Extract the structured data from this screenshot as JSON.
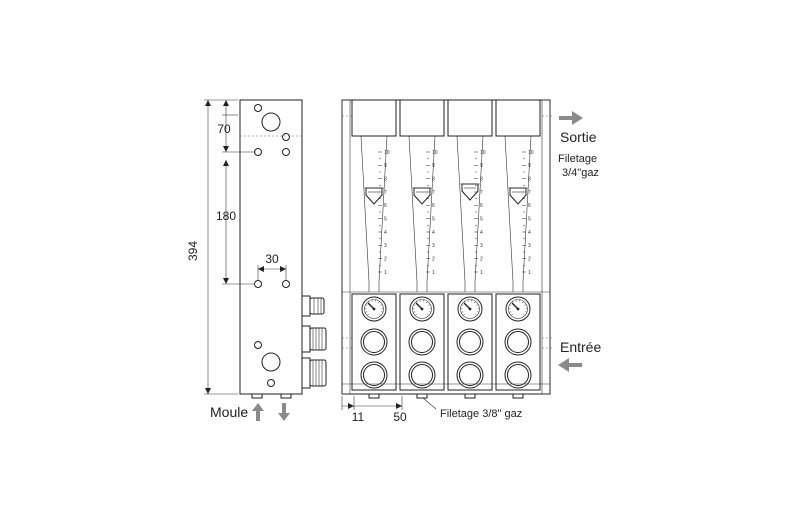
{
  "dimensions": {
    "height_total": "394",
    "upper_offset": "70",
    "hole_spacing": "180",
    "hole_width": "30",
    "edge_offset": "11",
    "pitch": "50"
  },
  "labels": {
    "outlet": "Sortie",
    "outlet_thread_line1": "Filetage",
    "outlet_thread_size": "3/4\"gaz",
    "inlet": "Entrée",
    "mold": "Moule",
    "inlet_thread_prefix": "Filetage ",
    "inlet_thread_size": "3/8\" gaz"
  },
  "flowmeters": {
    "count": 4,
    "scale_labels": [
      "10",
      "9",
      "8",
      "7",
      "6",
      "5",
      "4",
      "3",
      "2",
      "1"
    ],
    "float_positions": [
      7,
      7,
      7.3,
      7
    ]
  },
  "colors": {
    "line": "#222222",
    "arrow": "#8a8a8a",
    "body": "#ffffff"
  },
  "icons": {
    "outlet_arrow": "arrow-right-icon",
    "inlet_arrow": "arrow-left-icon",
    "mold_up": "arrow-up-icon",
    "mold_down": "arrow-down-icon"
  }
}
